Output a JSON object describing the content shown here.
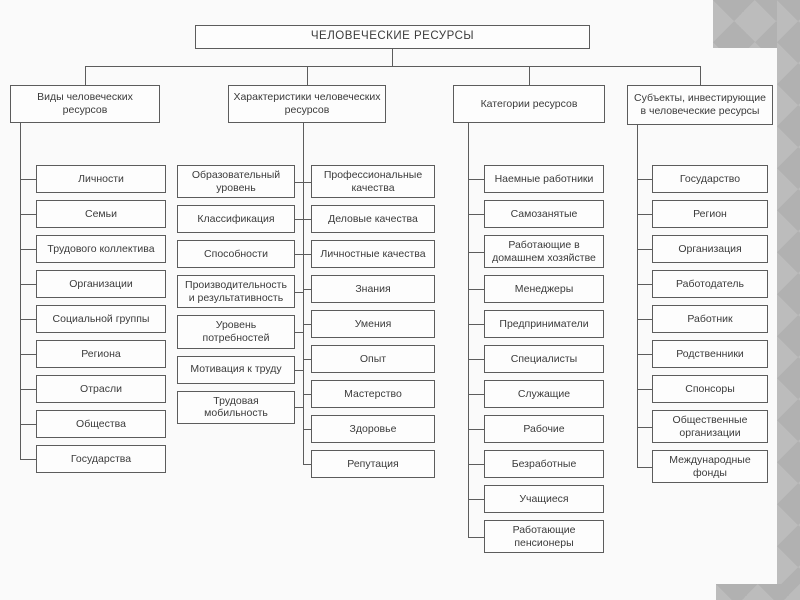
{
  "diagram": {
    "root": "ЧЕЛОВЕЧЕСКИЕ РЕСУРСЫ",
    "columns": [
      {
        "header": "Виды человеческих ресурсов",
        "items": [
          "Личности",
          "Семьи",
          "Трудового коллектива",
          "Организации",
          "Социальной группы",
          "Региона",
          "Отрасли",
          "Общества",
          "Государства"
        ]
      },
      {
        "header": "Характеристики человеческих ресурсов",
        "items_left": [
          "Образовательный уровень",
          "Классификация",
          "Способности",
          "Производительность и результативность",
          "Уровень потребностей",
          "Мотивация к труду",
          "Трудовая мобильность"
        ],
        "items_right": [
          "Профессиональные качества",
          "Деловые качества",
          "Личностные качества",
          "Знания",
          "Умения",
          "Опыт",
          "Мастерство",
          "Здоровье",
          "Репутация"
        ]
      },
      {
        "header": "Категории ресурсов",
        "items": [
          "Наемные работники",
          "Самозанятые",
          "Работающие в домашнем хозяйстве",
          "Менеджеры",
          "Предприниматели",
          "Специалисты",
          "Служащие",
          "Рабочие",
          "Безработные",
          "Учащиеся",
          "Работающие пенсионеры"
        ]
      },
      {
        "header": "Субъекты, инвестирующие в человеческие ресурсы",
        "items": [
          "Государство",
          "Регион",
          "Организация",
          "Работодатель",
          "Работник",
          "Родственники",
          "Спонсоры",
          "Общественные организации",
          "Международные фонды"
        ]
      }
    ]
  },
  "colors": {
    "pattern_dark": "#b1b1b1",
    "pattern_light": "#bcbcbc",
    "line": "#5c5c5c"
  }
}
